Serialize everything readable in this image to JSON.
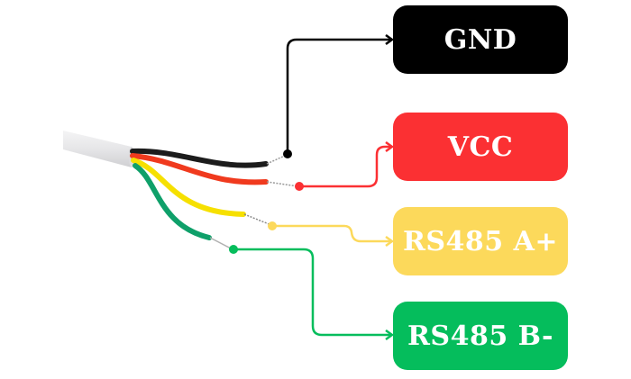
{
  "diagram": {
    "title": "RS485 4-wire cable pinout",
    "pins": [
      {
        "id": "gnd",
        "label": "GND",
        "wire_color": "black",
        "color": "#000000"
      },
      {
        "id": "vcc",
        "label": "VCC",
        "wire_color": "red",
        "color": "#fb3033"
      },
      {
        "id": "a",
        "label": "RS485 A+",
        "wire_color": "yellow",
        "color": "#fcd95b"
      },
      {
        "id": "b",
        "label": "RS485 B-",
        "wire_color": "green",
        "color": "#05bd5c"
      }
    ],
    "cable": {
      "jacket_color": "#e8e8ea",
      "wire_colors": {
        "black": "#1c1c1c",
        "red": "#f03a1e",
        "yellow": "#f6e000",
        "green": "#0fa06a"
      }
    }
  }
}
